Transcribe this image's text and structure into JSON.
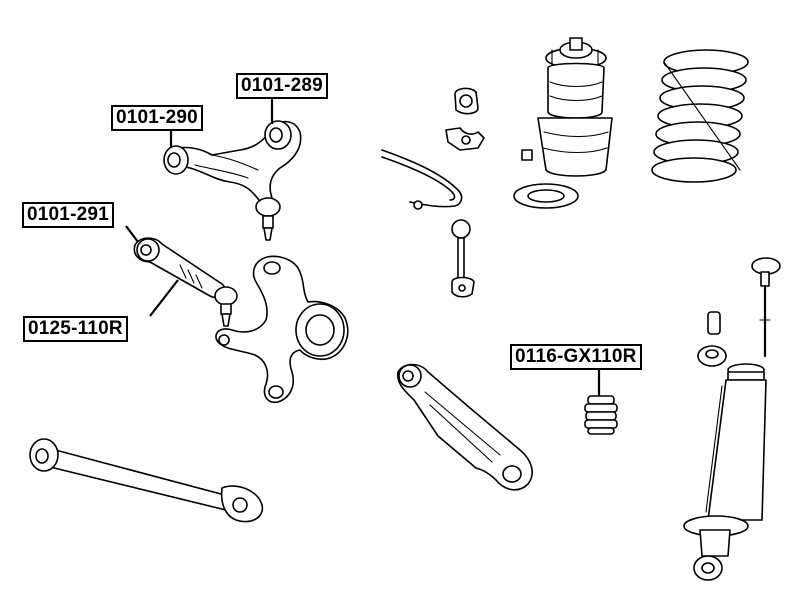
{
  "diagram": {
    "labels": [
      {
        "id": "upper-arm-bushing-right",
        "text": "0101-289"
      },
      {
        "id": "upper-arm-bushing-left",
        "text": "0101-290"
      },
      {
        "id": "lower-link-bushing",
        "text": "0101-291"
      },
      {
        "id": "tie-rod-end",
        "text": "0125-110R"
      },
      {
        "id": "shock-bump-stop",
        "text": "0116-GX110R"
      }
    ]
  }
}
